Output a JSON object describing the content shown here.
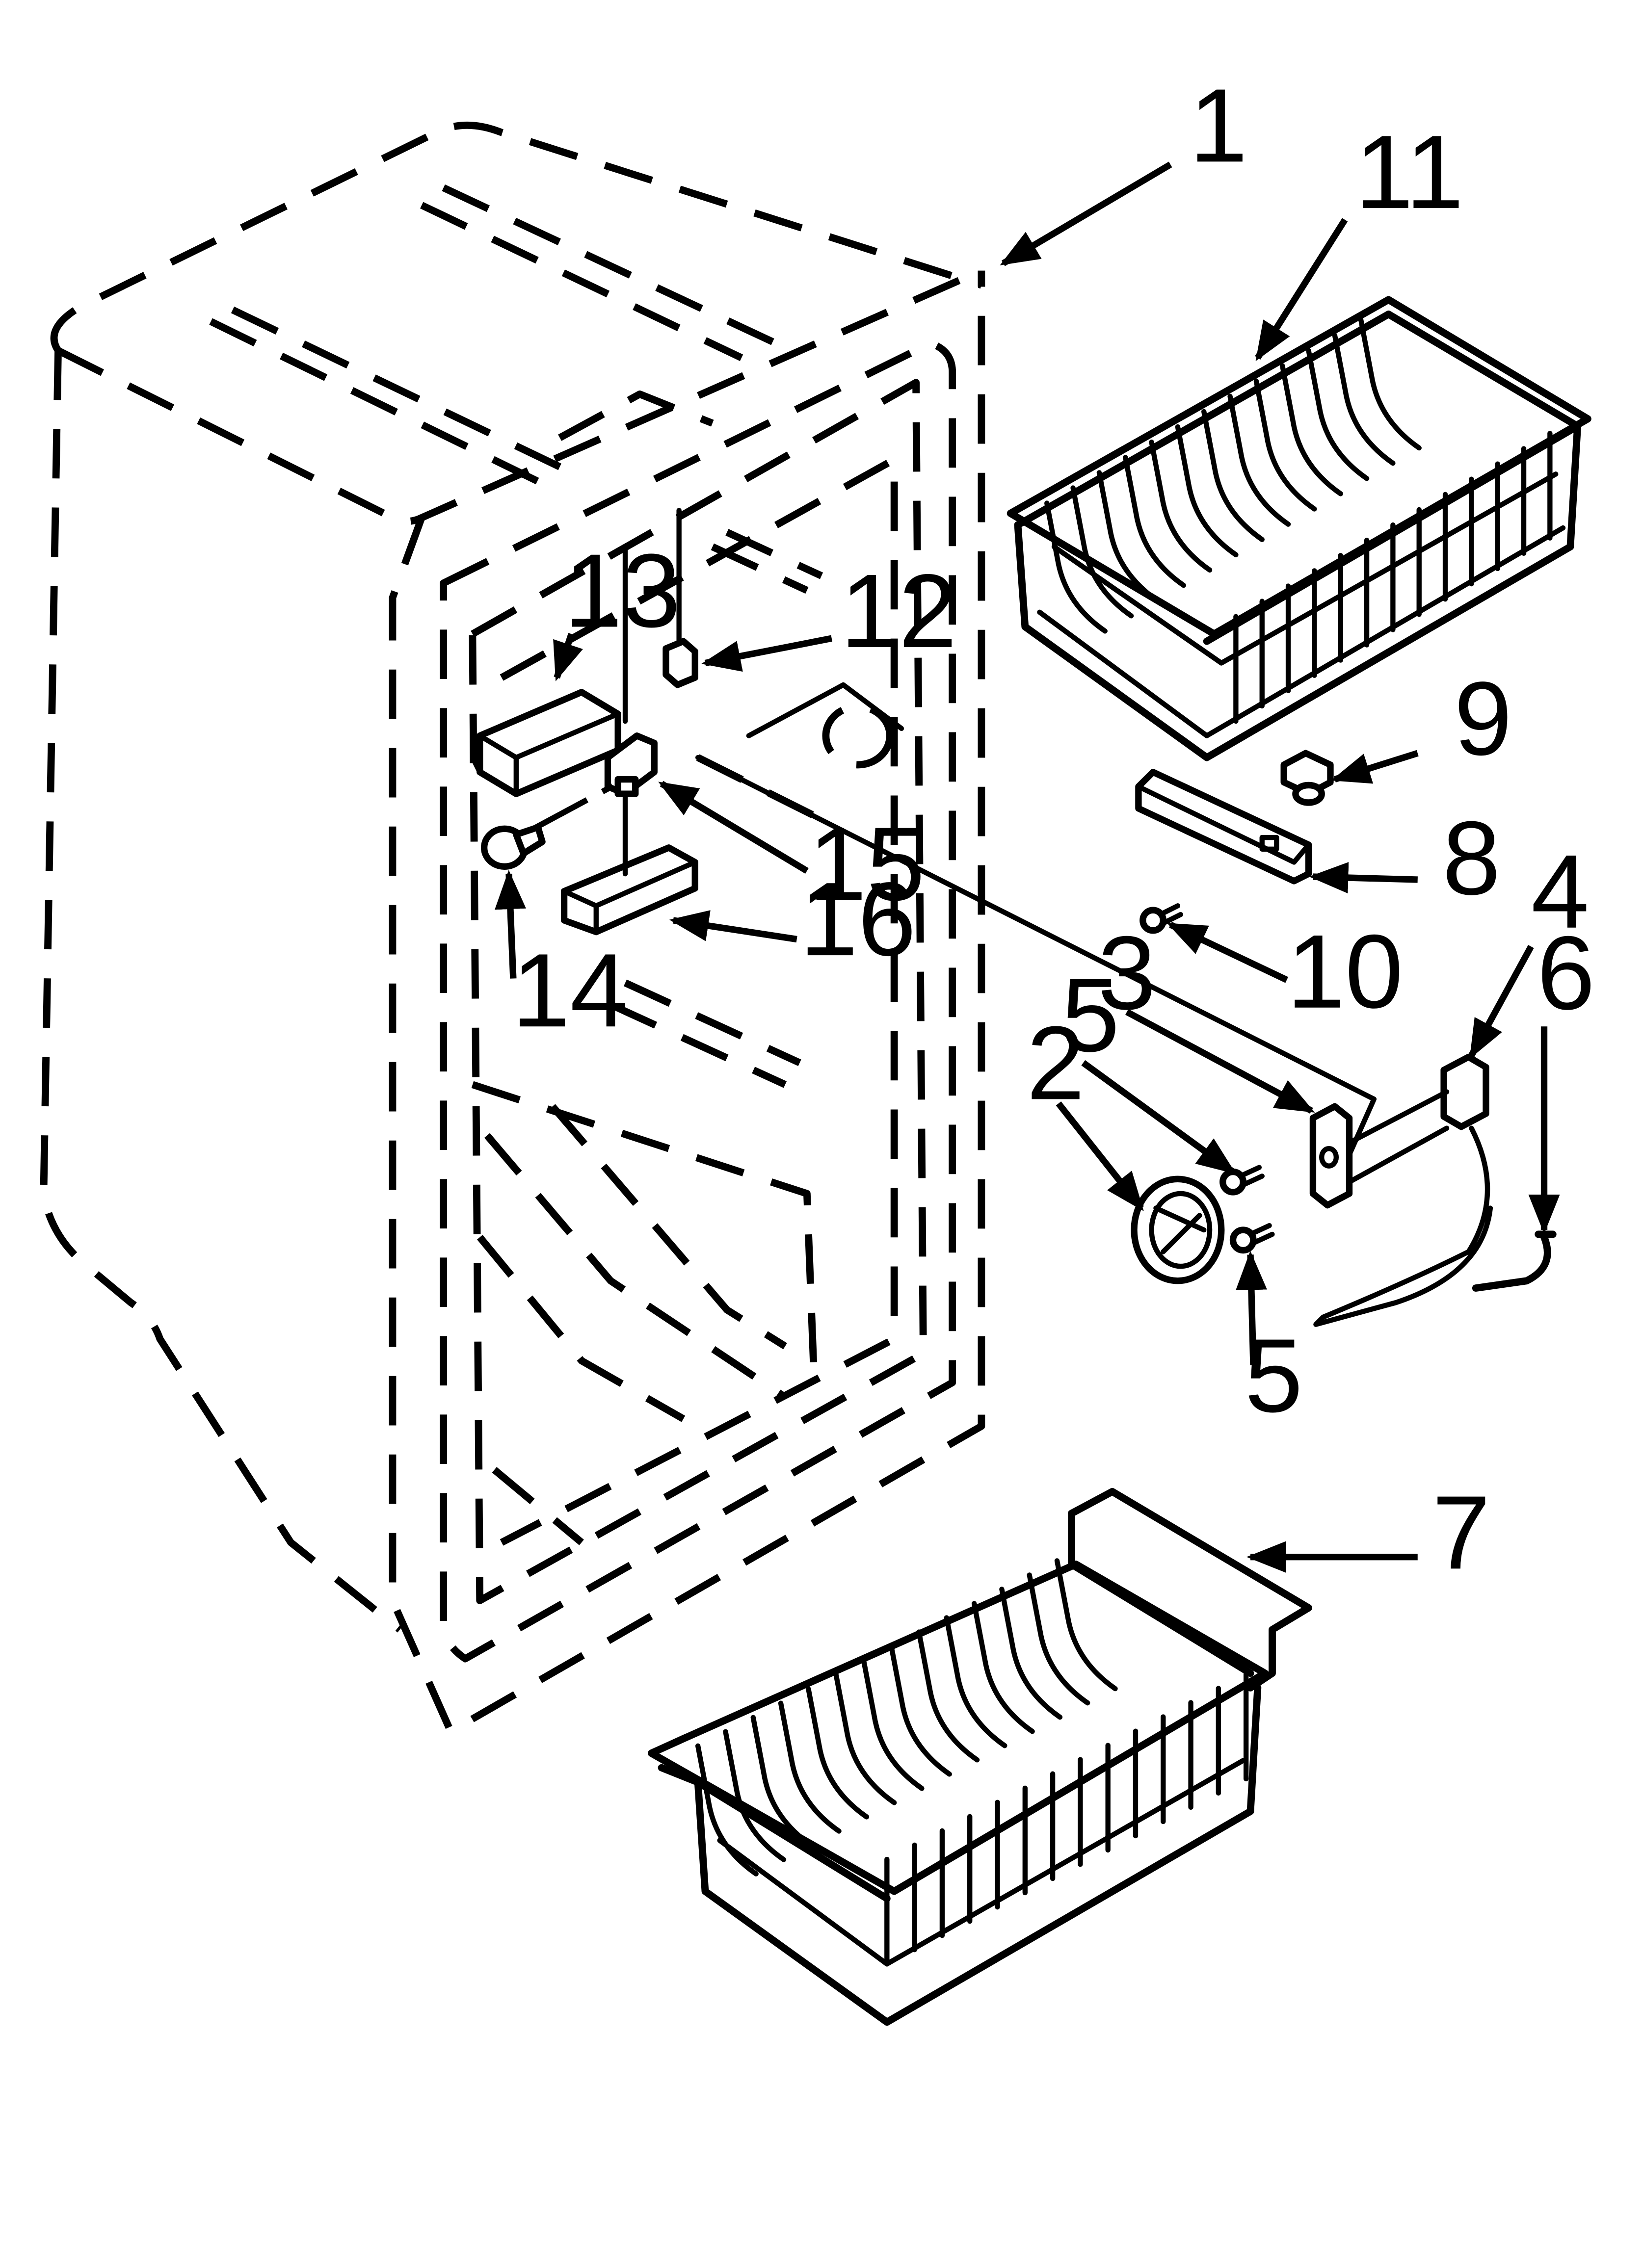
{
  "callouts": [
    {
      "id": "1",
      "text": "1"
    },
    {
      "id": "2",
      "text": "2"
    },
    {
      "id": "3",
      "text": "3"
    },
    {
      "id": "4",
      "text": "4"
    },
    {
      "id": "5a",
      "text": "5"
    },
    {
      "id": "5b",
      "text": "5"
    },
    {
      "id": "6",
      "text": "6"
    },
    {
      "id": "7",
      "text": "7"
    },
    {
      "id": "8",
      "text": "8"
    },
    {
      "id": "9",
      "text": "9"
    },
    {
      "id": "10",
      "text": "10"
    },
    {
      "id": "11",
      "text": "11"
    },
    {
      "id": "12",
      "text": "12"
    },
    {
      "id": "13",
      "text": "13"
    },
    {
      "id": "14",
      "text": "14"
    },
    {
      "id": "15",
      "text": "15"
    },
    {
      "id": "16",
      "text": "16"
    }
  ]
}
